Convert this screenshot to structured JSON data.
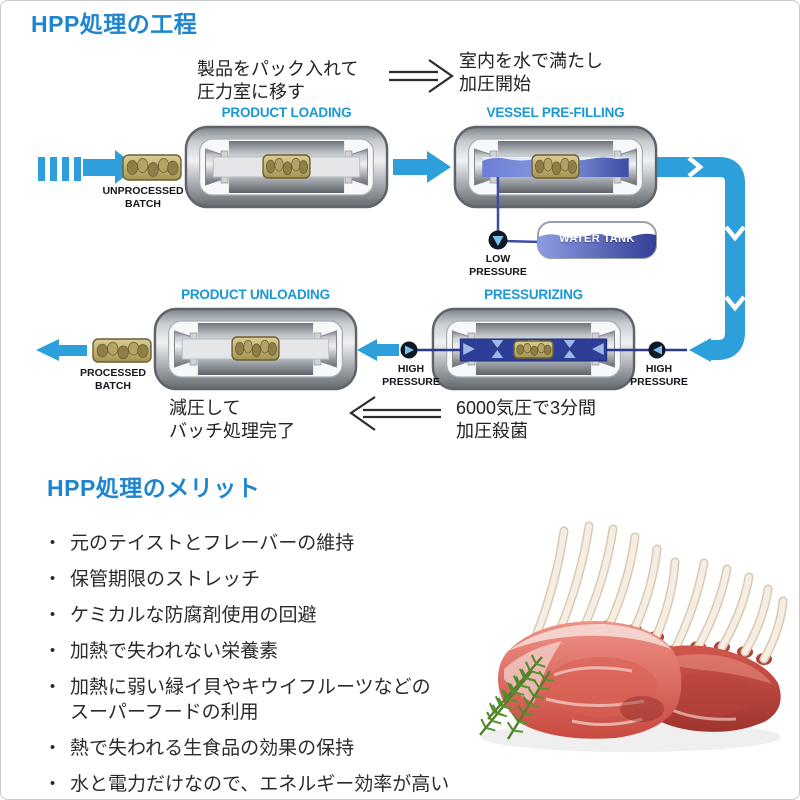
{
  "process": {
    "heading": "HPP処理の工程",
    "step_note_1": "製品をパック入れて\n圧力室に移す",
    "step_note_2": "室内を水で満たし\n加圧開始",
    "step_note_3": "6000気圧で3分間\n加圧殺菌",
    "step_note_4": "減圧して\nバッチ処理完了",
    "stage_loading": "PRODUCT LOADING",
    "stage_prefilling": "VESSEL PRE-FILLING",
    "stage_pressurizing": "PRESSURIZING",
    "stage_unloading": "PRODUCT UNLOADING",
    "unprocessed_batch": "UNPROCESSED\nBATCH",
    "processed_batch": "PROCESSED\nBATCH",
    "low_pressure": "LOW\nPRESSURE",
    "high_pressure_left": "HIGH\nPRESSURE",
    "high_pressure_right": "HIGH\nPRESSURE",
    "water_tank": "WATER TANK"
  },
  "benefits": {
    "heading": "HPP処理のメリット",
    "bullet_char": "・",
    "items": [
      "元のテイストとフレーバーの維持",
      "保管期限のストレッチ",
      "ケミカルな防腐剤使用の回避",
      "加熱で失われない栄養素",
      "加熱に弱い緑イ貝やキウイフルーツなどの\nスーパーフードの利用",
      "熱で失われる生食品の効果の保持",
      "水と電力だけなので、エネルギー効率が高い"
    ]
  },
  "photo": {
    "name": "rack-of-lamb-with-rosemary"
  },
  "colors": {
    "heading_blue": "#1e86d0",
    "stage_label_blue": "#1a97d5",
    "arrow_blue": "#2da0dc",
    "water_navy": "#3b4da5",
    "pressure_navy": "#2e3d96",
    "text_dark": "#222222"
  }
}
